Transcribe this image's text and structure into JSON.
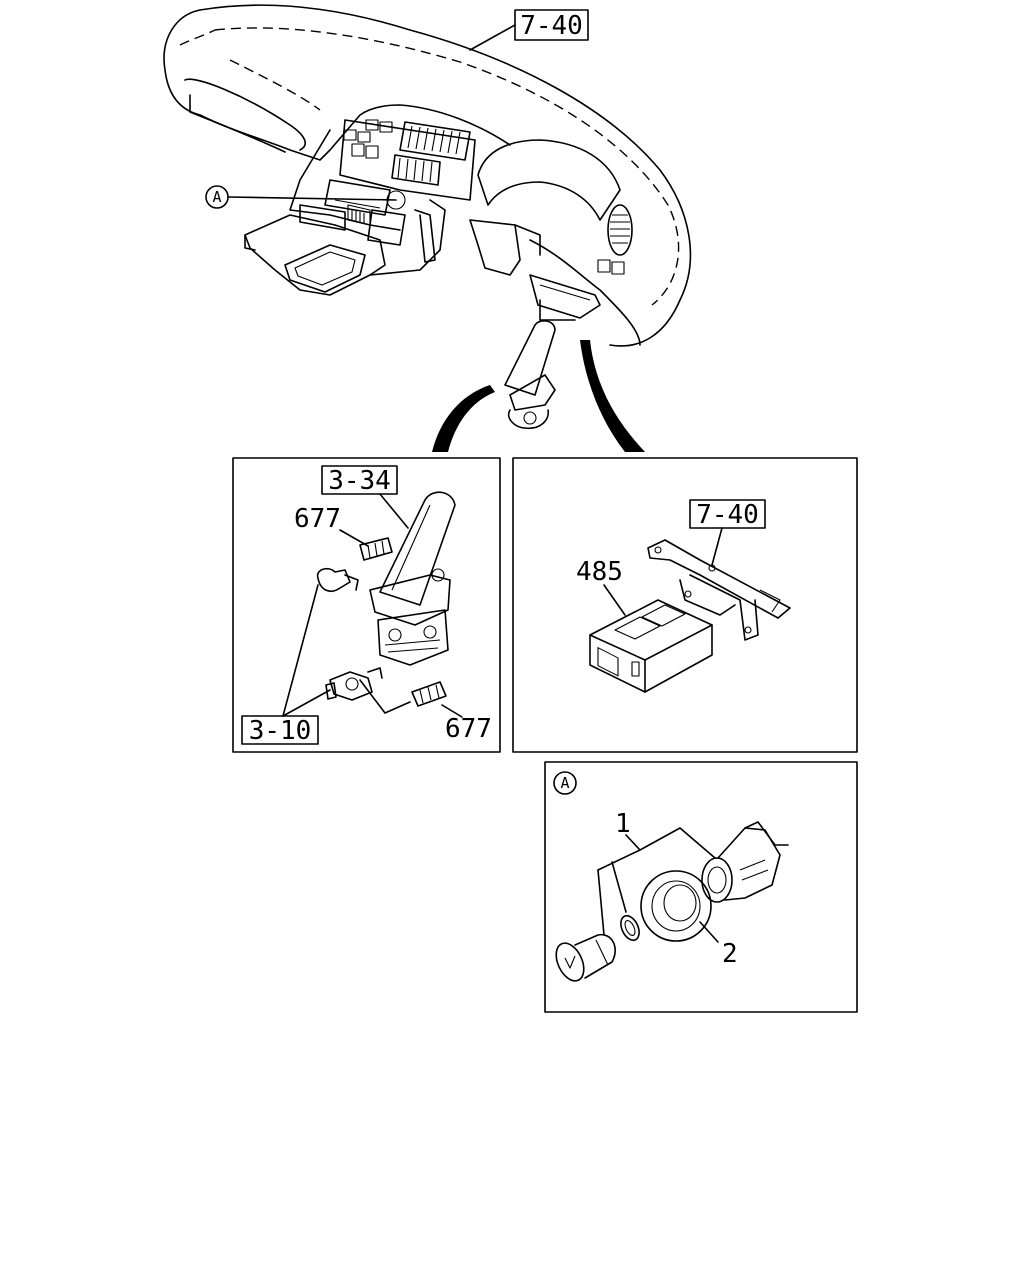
{
  "labels": {
    "dash_ref": "7-40",
    "callout_a": "A",
    "pedal_ref": "3-34",
    "hose_ref": "3-10",
    "fitting_top": "677",
    "fitting_bottom": "677",
    "bracket_ref": "7-40",
    "unit_part": "485",
    "detail_a": "A",
    "socket_part": "1",
    "ring_part": "2"
  }
}
